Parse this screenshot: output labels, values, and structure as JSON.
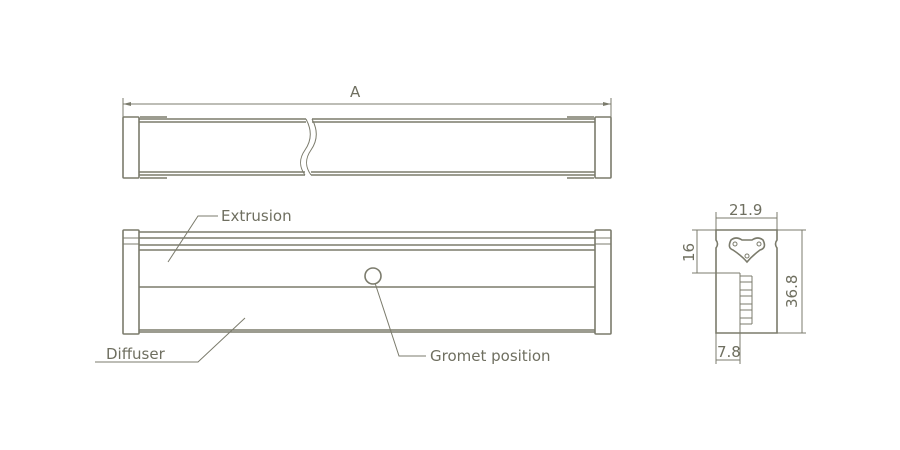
{
  "top_view": {
    "dimension_label": "A"
  },
  "front_view": {
    "labels": {
      "extrusion": "Extrusion",
      "diffuser": "Diffuser",
      "gromet": "Gromet position"
    }
  },
  "profile": {
    "width": "21.9",
    "height": "36.8",
    "upper_height": "16",
    "offset": "7.8"
  },
  "line_color": "#7b7b6c"
}
